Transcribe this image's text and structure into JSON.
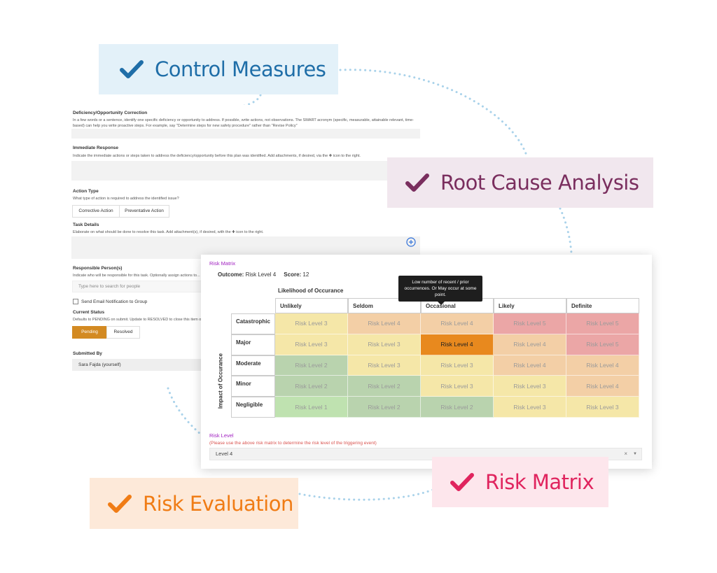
{
  "badges": {
    "control_measures": "Control Measures",
    "root_cause_analysis": "Root Cause Analysis",
    "risk_matrix": "Risk Matrix",
    "risk_evaluation": "Risk Evaluation"
  },
  "colors": {
    "control_measures": "#1f6ea8",
    "root_cause_analysis": "#7a2e5e",
    "risk_matrix": "#e0245e",
    "risk_evaluation": "#f07c15",
    "connector_dots": "#a9d2ea"
  },
  "form": {
    "deficiency_label": "Deficiency/Opportunity Correction",
    "deficiency_help_1": "In a few words or a sentence, identify one specific deficiency or opportunity to address. If possible, write actions, not observations. The SMART acronym (specific, measurable, attainable relevant, time-",
    "deficiency_help_2": "based) can help you write proactive steps. For example, say \"Determine steps for new safety procedure\" rather than \"Revise Policy\"",
    "immediate_label": "Immediate Response",
    "immediate_help": "Indicate the immediate actions or steps taken to address the deficiency/opportunity before this plan was identified. Add attachments, if desired, via the ✚ icon to the right.",
    "action_type_label": "Action Type",
    "action_type_help": "What type of action is required to address the identified issue?",
    "corrective_action": "Corrective Action",
    "preventative_action": "Preventative Action",
    "task_details_label": "Task Details",
    "task_details_help": "Elaborate on what should be done to resolve this task. Add attachment(s), if desired, with the ✚ icon to the right.",
    "responsible_label": "Responsible Person(s)",
    "responsible_help": "Indicate who will be responsible for this task. Optionally assign actions to...",
    "responsible_placeholder": "Type here to search for people",
    "send_email": "Send Email Notification to Group",
    "current_status_label": "Current Status",
    "current_status_help": "Defaults to PENDING on submit. Update to RESOLVED to close this item out.",
    "pending": "Pending",
    "resolved": "Resolved",
    "submitted_by_label": "Submitted By",
    "submitted_by_value": "Sara Fajda (yourself)"
  },
  "matrix": {
    "title": "Risk Matrix",
    "outcome_label": "Outcome:",
    "outcome_value": "Risk Level 4",
    "score_label": "Score:",
    "score_value": "12",
    "likelihood_title": "Likelihood of Occurance",
    "impact_title": "Impact of Occurance",
    "columns": [
      "Unlikely",
      "Seldom",
      "Occasional",
      "Likely",
      "Definite"
    ],
    "rows": [
      "Catastrophic",
      "Major",
      "Moderate",
      "Minor",
      "Negligible"
    ],
    "cells": [
      [
        "Risk Level 3",
        "Risk Level 4",
        "Risk Level 4",
        "Risk Level 5",
        "Risk Level 5"
      ],
      [
        "Risk Level 3",
        "Risk Level 3",
        "Risk Level 4",
        "Risk Level 4",
        "Risk Level 5"
      ],
      [
        "Risk Level 2",
        "Risk Level 3",
        "Risk Level 3",
        "Risk Level 4",
        "Risk Level 4"
      ],
      [
        "Risk Level 2",
        "Risk Level 2",
        "Risk Level 3",
        "Risk Level 3",
        "Risk Level 4"
      ],
      [
        "Risk Level 1",
        "Risk Level 2",
        "Risk Level 2",
        "Risk Level 3",
        "Risk Level 3"
      ]
    ],
    "cell_colors": [
      [
        "#f5e7a8",
        "#f3cfa6",
        "#f3cfa6",
        "#eba6a6",
        "#eba6a6"
      ],
      [
        "#f5e7a8",
        "#f5e7a8",
        "#e8891e",
        "#f3cfa6",
        "#eba6a6"
      ],
      [
        "#b9d3ae",
        "#f5e7a8",
        "#f5e7a8",
        "#f3cfa6",
        "#f3cfa6"
      ],
      [
        "#b9d3ae",
        "#b9d3ae",
        "#f5e7a8",
        "#f5e7a8",
        "#f3cfa6"
      ],
      [
        "#bfe2b0",
        "#b9d3ae",
        "#b9d3ae",
        "#f5e7a8",
        "#f5e7a8"
      ]
    ],
    "selected": {
      "row": 1,
      "col": 2
    },
    "tooltip": "Low number of recent / prior occurrences. Or May occur at some point.",
    "risk_level_label": "Risk Level",
    "risk_level_help": "(Please use the above risk matrix to determine the risk level of the triggering event)",
    "risk_level_value": "Level 4",
    "clear_symbol": "×",
    "arrow_symbol": "▼"
  }
}
